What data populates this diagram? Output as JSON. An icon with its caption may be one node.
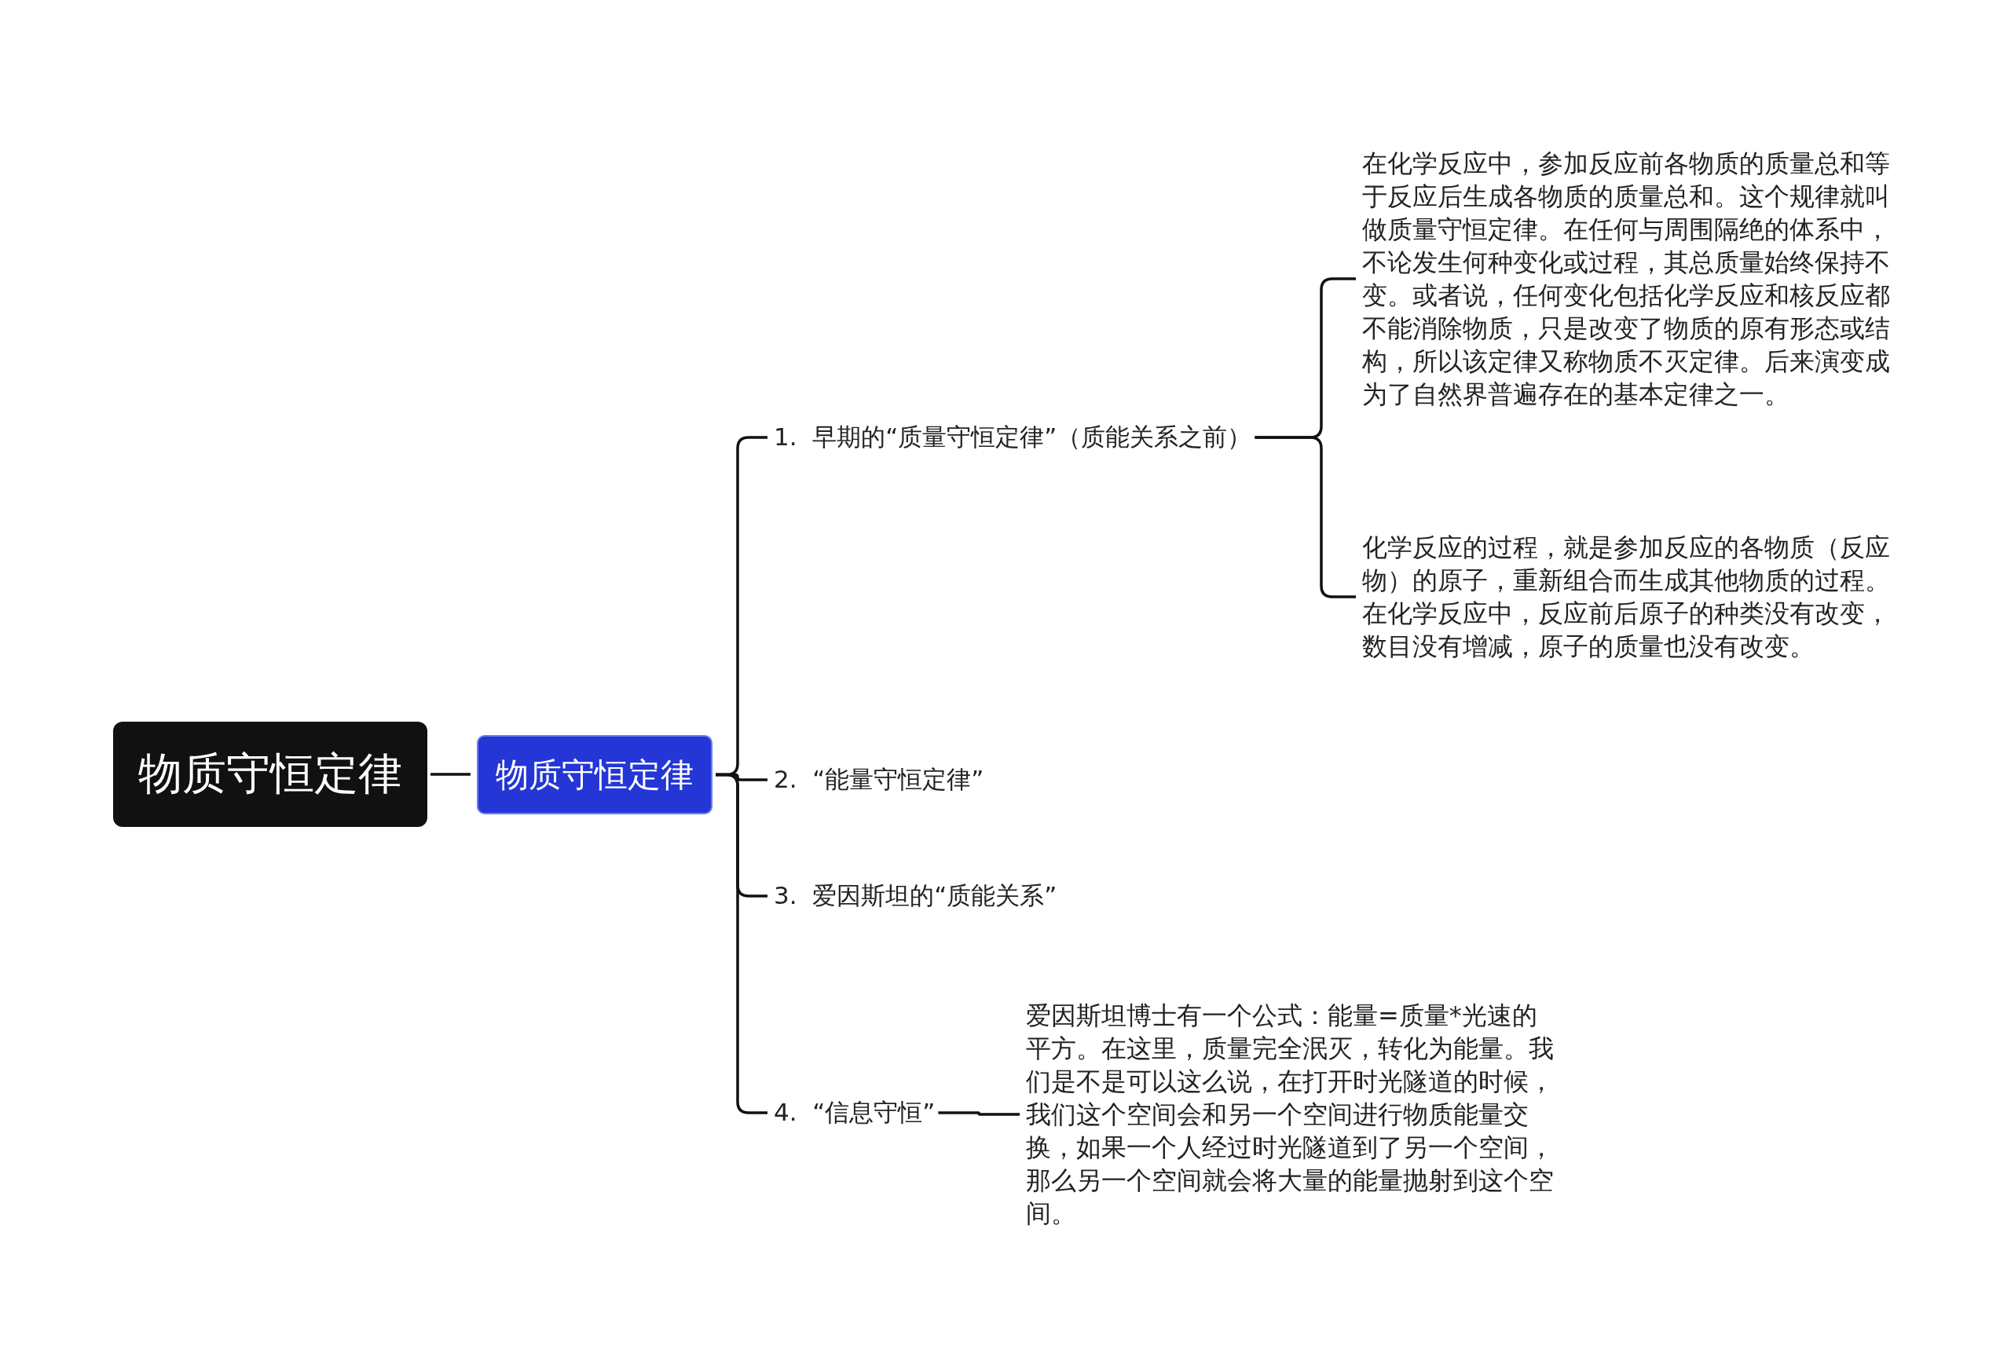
{
  "diagram": {
    "nodes": [
      {
        "text": [
          "物质守恒定律"
        ]
      },
      {
        "text": [
          "物质守恒定律"
        ]
      },
      {
        "text": [
          "1.  早期的“质量守恒定律”（质能关系之前）"
        ]
      },
      {
        "text": [
          "2.  “能量守恒定律”"
        ]
      },
      {
        "text": [
          "3.  爱因斯坦的“质能关系”"
        ]
      },
      {
        "text": [
          "4.  “信息守恒”"
        ]
      },
      {
        "text": [
          "在化学反应中，参加反应前各物质的质量总和等于反应后生成各物质的质量总和。这个规律就叫做质量守恒定律。在任何与周围隔绝的体系中，不论发生何种变化或过程，其总质量始终保持不变。或者说，任何变化包括化学反应和核反应都不能消除物质，只是改变了物质的原有形态或结构，所以该定律又称物质不灭定律。后来演变成为了自然界普遍存在的基本定律之一。"
        ]
      },
      {
        "text": [
          "化学反应的过程，就是参加反应的各物质（反应物）的原子，重新组合而生成其他物质的过程。在化学反应中，反应前后原子的种类没有改变，数目没有增减，原子的质量也没有改变。"
        ]
      },
      {
        "text": [
          "爱因斯坦博士有一个公式：能量=质量*光速的平方。在这里，质量完全泯灭，转化为能量。我们是不是可以这么说，在打开时光隧道的时候，我们这个空间会和另一个空间进行物质能量交换，如果一个人经过时光隧道到了另一个空间，那么另一个空间就会将大量的能量抛射到这个空间。"
        ]
      }
    ],
    "edges": [
      {
        "from": 0,
        "to": 1,
        "arrow": "none"
      },
      {
        "from": 1,
        "to": 2,
        "arrow": "none"
      },
      {
        "from": 1,
        "to": 3,
        "arrow": "none"
      },
      {
        "from": 1,
        "to": 4,
        "arrow": "none"
      },
      {
        "from": 1,
        "to": 5,
        "arrow": "none"
      },
      {
        "from": 2,
        "to": 6,
        "arrow": "none"
      },
      {
        "from": 2,
        "to": 7,
        "arrow": "none"
      },
      {
        "from": 5,
        "to": 8,
        "arrow": "none"
      }
    ]
  }
}
